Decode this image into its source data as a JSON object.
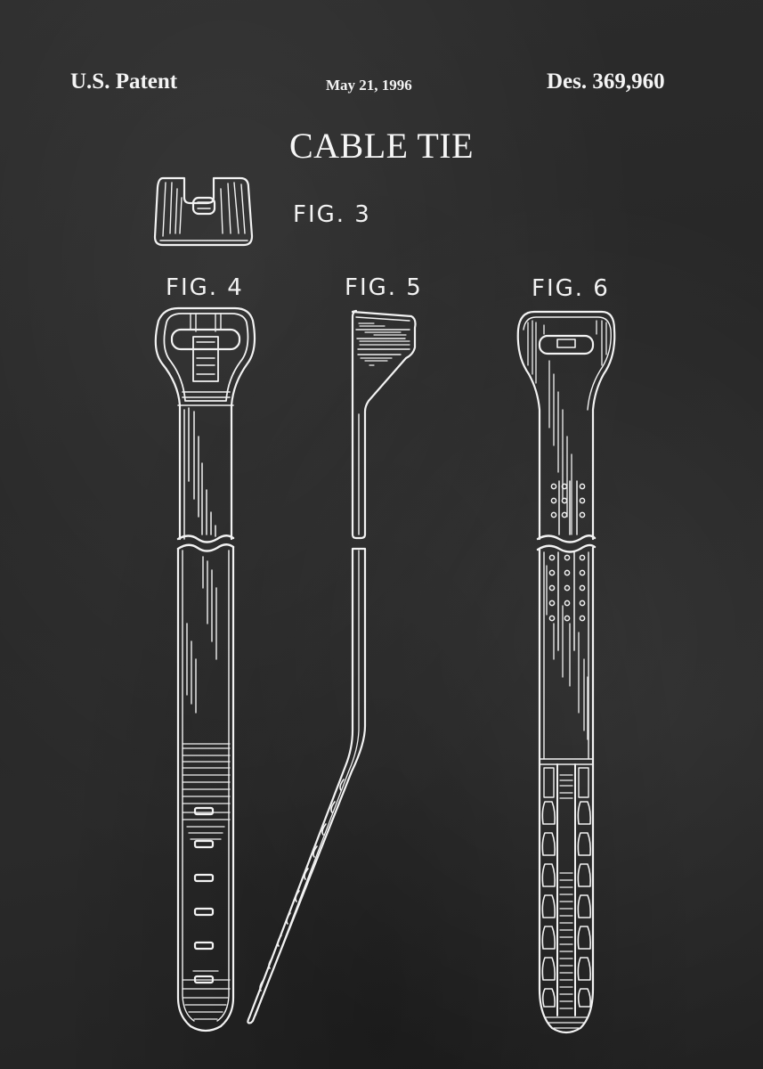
{
  "header": {
    "left": "U.S. Patent",
    "center": "May 21, 1996",
    "right": "Des. 369,960"
  },
  "title": "CABLE TIE",
  "figures": [
    {
      "id": "fig3",
      "label": "FIG. 3",
      "depicts": "cable tie head end view"
    },
    {
      "id": "fig4",
      "label": "FIG. 4",
      "depicts": "cable tie front view"
    },
    {
      "id": "fig5",
      "label": "FIG. 5",
      "depicts": "cable tie side view"
    },
    {
      "id": "fig6",
      "label": "FIG. 6",
      "depicts": "cable tie rear view"
    }
  ],
  "colors": {
    "background": "#262626",
    "ink": "#f2f2f2"
  }
}
